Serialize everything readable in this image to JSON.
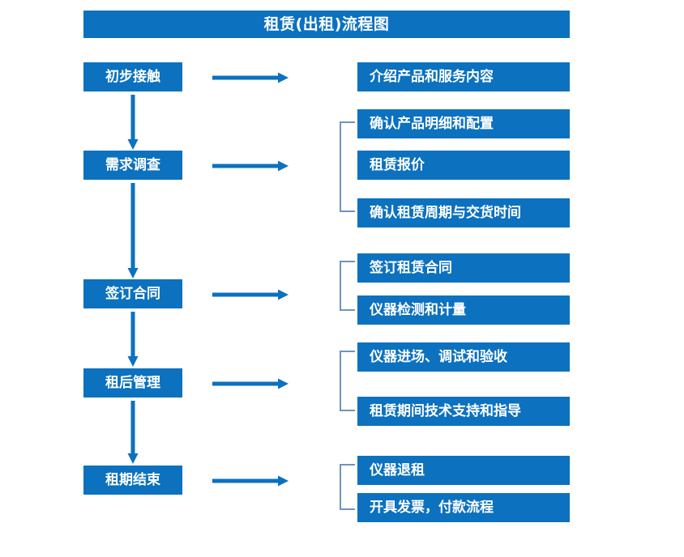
{
  "diagram": {
    "title": "租赁(出租)流程图",
    "accent_color": "#0C71BF",
    "bracket_color": "#6F93C0",
    "text_color": "#FFFFFF",
    "background_color": "#FFFFFF",
    "stages": [
      {
        "id": "stage-1",
        "label": "初步接触"
      },
      {
        "id": "stage-2",
        "label": "需求调查"
      },
      {
        "id": "stage-3",
        "label": "签订合同"
      },
      {
        "id": "stage-4",
        "label": "租后管理"
      },
      {
        "id": "stage-5",
        "label": "租期结束"
      }
    ],
    "details": [
      {
        "id": "detail-1-1",
        "label": "介绍产品和服务内容"
      },
      {
        "id": "detail-2-1",
        "label": "确认产品明细和配置"
      },
      {
        "id": "detail-2-2",
        "label": "租赁报价"
      },
      {
        "id": "detail-2-3",
        "label": "确认租赁周期与交货时间"
      },
      {
        "id": "detail-3-1",
        "label": "签订租赁合同"
      },
      {
        "id": "detail-3-2",
        "label": "仪器检测和计量"
      },
      {
        "id": "detail-4-1",
        "label": "仪器进场、调试和验收"
      },
      {
        "id": "detail-4-2",
        "label": "租赁期间技术支持和指导"
      },
      {
        "id": "detail-5-1",
        "label": "仪器退租"
      },
      {
        "id": "detail-5-2",
        "label": "开具发票，付款流程"
      }
    ]
  }
}
